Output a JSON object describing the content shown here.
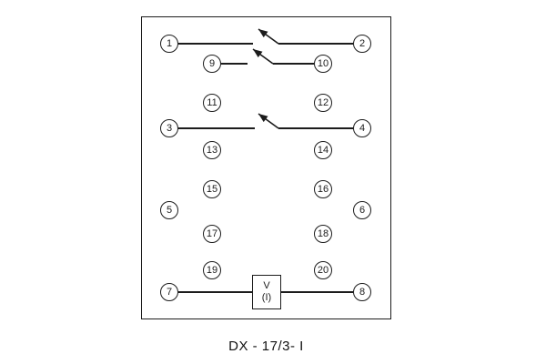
{
  "diagram": {
    "caption": "DX - 17/3- I",
    "coil_box": {
      "line1": "V",
      "line2": "(I)"
    },
    "terminals": {
      "t1": "1",
      "t2": "2",
      "t3": "3",
      "t4": "4",
      "t5": "5",
      "t6": "6",
      "t7": "7",
      "t8": "8",
      "t9": "9",
      "t10": "10",
      "t11": "11",
      "t12": "12",
      "t13": "13",
      "t14": "14",
      "t15": "15",
      "t16": "16",
      "t17": "17",
      "t18": "18",
      "t19": "19",
      "t20": "20"
    },
    "contacts": [
      "contact-1-2",
      "contact-9-10",
      "contact-3-4"
    ],
    "line_color": "#1c1c1c"
  }
}
